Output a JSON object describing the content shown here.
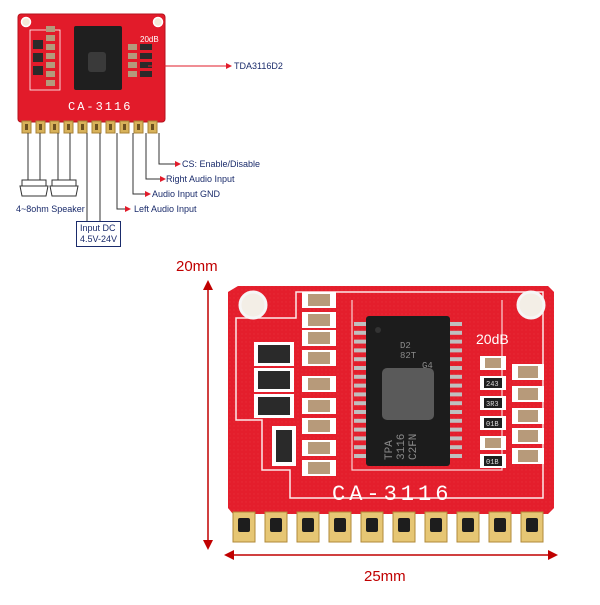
{
  "labels": {
    "tda": "TDA3116D2",
    "cs": "CS: Enable/Disable",
    "right_audio": "Right Audio Input",
    "audio_gnd": "Audio Input GND",
    "left_audio": "Left Audio Input",
    "speaker": "4~8ohm Speaker",
    "input_dc_line1": "Input DC",
    "input_dc_line2": "4.5V-24V"
  },
  "board": {
    "silkscreen_model": "CA-3116",
    "gain_label": "20dB",
    "chip_lines": [
      "TPA",
      "3116",
      "C2FN"
    ],
    "chip_top_marks": [
      "D2",
      "82T",
      "G4"
    ],
    "resistor_codes": [
      "243",
      "3R3",
      "01B",
      "01B"
    ]
  },
  "dimensions": {
    "height": "20mm",
    "width": "25mm"
  },
  "colors": {
    "pcb": "#e21b2a",
    "pcb_edge": "#c3141f",
    "silk": "#ffffff",
    "label_text": "#1a2b6b",
    "dimension": "#c00000",
    "gold": "#d8b25a"
  }
}
